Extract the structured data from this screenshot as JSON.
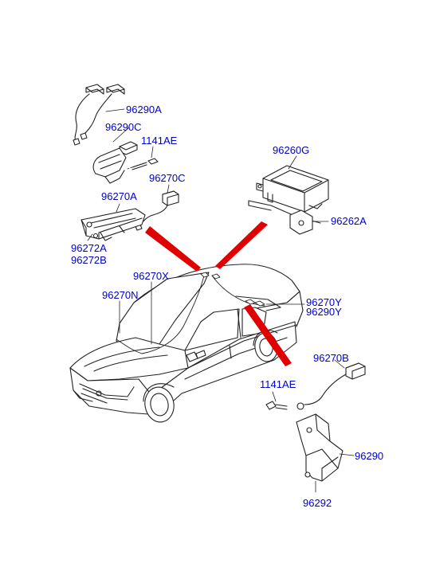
{
  "diagram": {
    "label_color": "#0000cc",
    "line_color": "#222222",
    "pointer_color": "#e00000",
    "labels": {
      "p96290A": "96290A",
      "p96290C": "96290C",
      "p1141AE_top": "1141AE",
      "p96270C": "96270C",
      "p96270A": "96270A",
      "p96272A": "96272A",
      "p96272B": "96272B",
      "p96260G": "96260G",
      "p96262A": "96262A",
      "p96270X": "96270X",
      "p96270N": "96270N",
      "p96270Y": "96270Y",
      "p96290Y": "96290Y",
      "p96270B": "96270B",
      "p1141AE_bottom": "1141AE",
      "p96290": "96290",
      "p96292": "96292"
    }
  }
}
